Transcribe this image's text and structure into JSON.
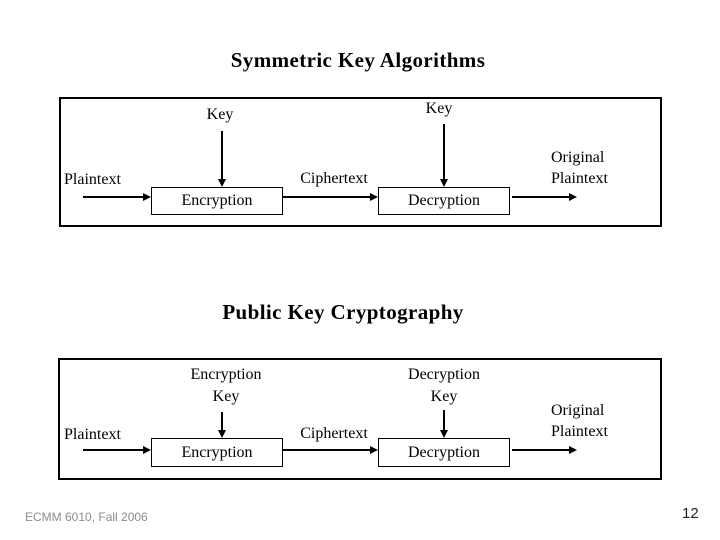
{
  "slide": {
    "title_symmetric": "Symmetric Key Algorithms",
    "title_public": "Public Key Cryptography",
    "footer": "ECMM 6010, Fall 2006",
    "page_number": "12"
  },
  "colors": {
    "background": "#ffffff",
    "text": "#000000",
    "box_border": "#000000",
    "footer_text": "#8c8c8c",
    "page_number_text": "#1f1f1f"
  },
  "symmetric_diagram": {
    "key_left_label": "Key",
    "key_right_label": "Key",
    "plaintext_label": "Plaintext",
    "encryption_box_label": "Encryption",
    "ciphertext_label": "Ciphertext",
    "decryption_box_label": "Decryption",
    "output_label_line1": "Original",
    "output_label_line2": "Plaintext"
  },
  "public_key_diagram": {
    "encryption_key_label_line1": "Encryption",
    "encryption_key_label_line2": "Key",
    "decryption_key_label_line1": "Decryption",
    "decryption_key_label_line2": "Key",
    "plaintext_label": "Plaintext",
    "encryption_box_label": "Encryption",
    "ciphertext_label": "Ciphertext",
    "decryption_box_label": "Decryption",
    "output_label_line1": "Original",
    "output_label_line2": "Plaintext"
  }
}
